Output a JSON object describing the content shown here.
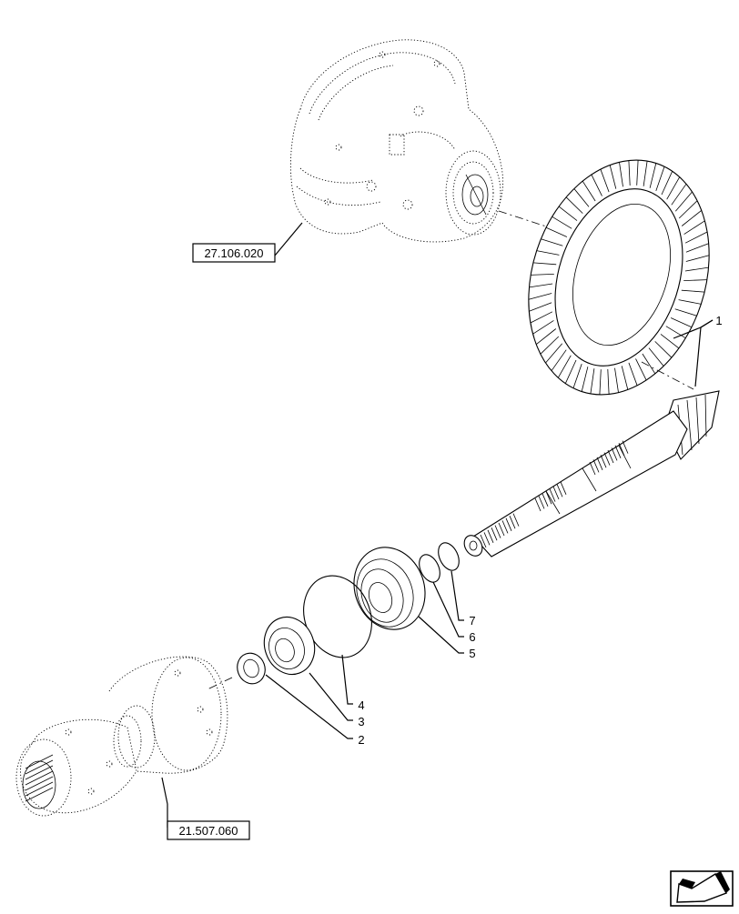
{
  "references": {
    "housing": "27.106.020",
    "drive_unit": "21.507.060"
  },
  "callouts": [
    "1",
    "2",
    "3",
    "4",
    "5",
    "6",
    "7"
  ],
  "icons": {
    "nav": "arrow-icon"
  }
}
